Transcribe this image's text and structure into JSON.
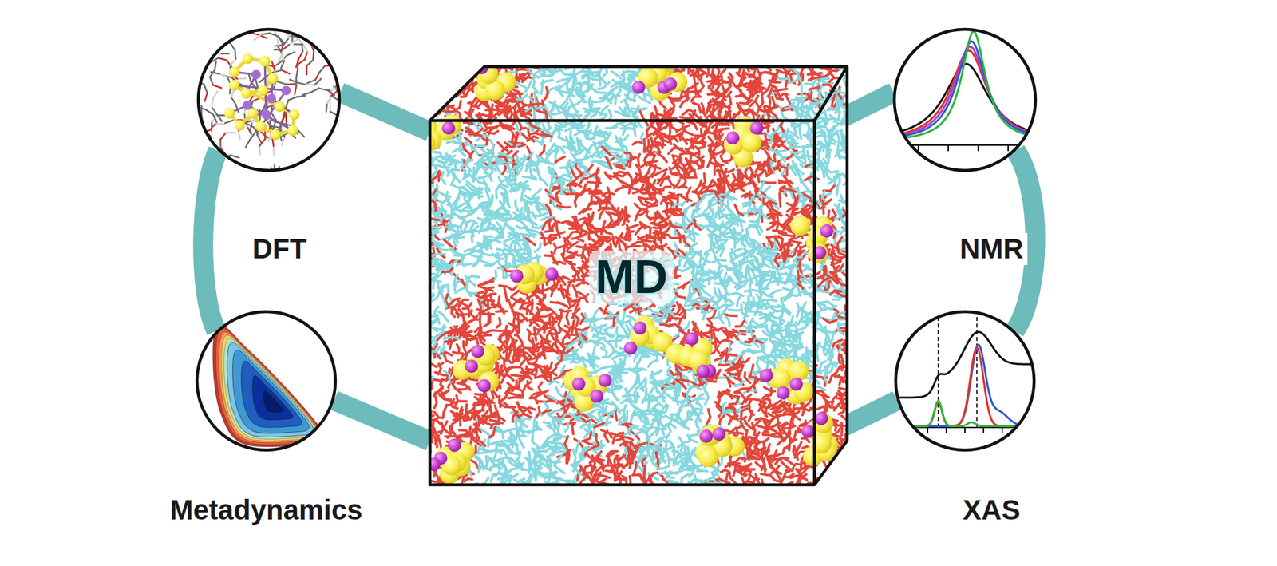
{
  "diagram": {
    "nodes": [
      {
        "text": [
          "DFT"
        ]
      },
      {
        "text": [
          "Metadynamics"
        ]
      },
      {
        "text": [
          "MD"
        ]
      },
      {
        "text": [
          "NMR"
        ]
      },
      {
        "text": [
          "XAS"
        ]
      }
    ],
    "edges": [
      {
        "from": 0,
        "to": 1,
        "arrow": "none"
      },
      {
        "from": 0,
        "to": 2,
        "arrow": "none"
      },
      {
        "from": 1,
        "to": 2,
        "arrow": "none"
      },
      {
        "from": 2,
        "to": 3,
        "arrow": "none"
      },
      {
        "from": 2,
        "to": 4,
        "arrow": "none"
      },
      {
        "from": 3,
        "to": 4,
        "arrow": "none"
      }
    ]
  }
}
